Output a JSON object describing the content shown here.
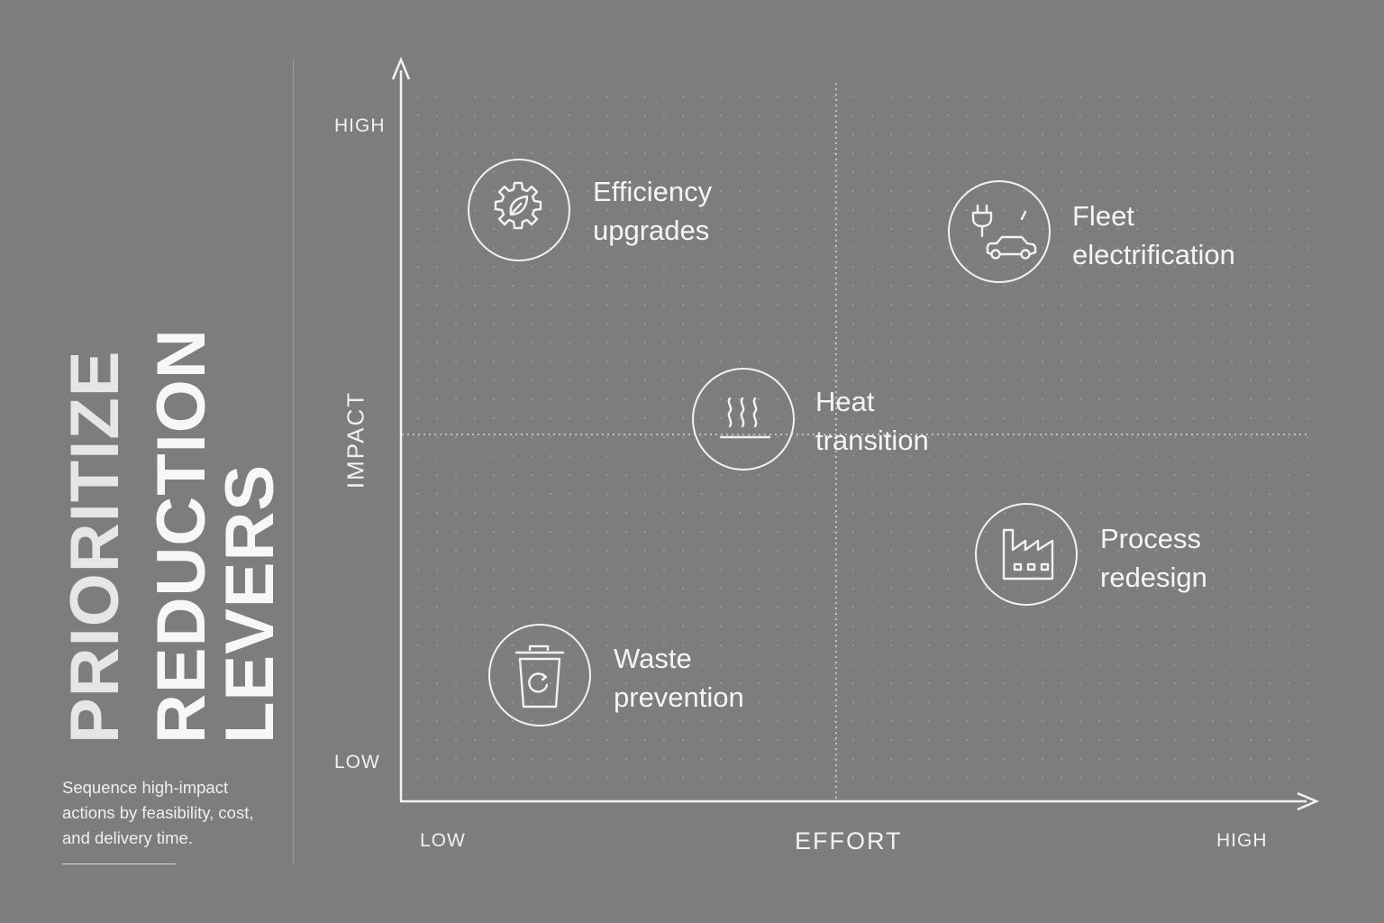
{
  "title": {
    "line1": "PRIORITIZE",
    "line2": "REDUCTION LEVERS"
  },
  "subtitle": "Sequence high-impact actions by feasibility, cost, and delivery time.",
  "axes": {
    "y_title": "IMPACT",
    "y_high": "HIGH",
    "y_low": "LOW",
    "x_title": "EFFORT",
    "x_low": "LOW",
    "x_high": "HIGH"
  },
  "levers": [
    {
      "line1": "Efficiency",
      "line2": "upgrades",
      "icon": "gear-leaf-icon"
    },
    {
      "line1": "Fleet",
      "line2": "electrification",
      "icon": "plug-car-icon"
    },
    {
      "line1": "Heat",
      "line2": "transition",
      "icon": "heat-waves-icon"
    },
    {
      "line1": "Process",
      "line2": "redesign",
      "icon": "factory-icon"
    },
    {
      "line1": "Waste",
      "line2": "prevention",
      "icon": "recycle-bin-icon"
    }
  ],
  "colors": {
    "background": "#7d7d7d",
    "foreground": "#f2f2f2"
  }
}
